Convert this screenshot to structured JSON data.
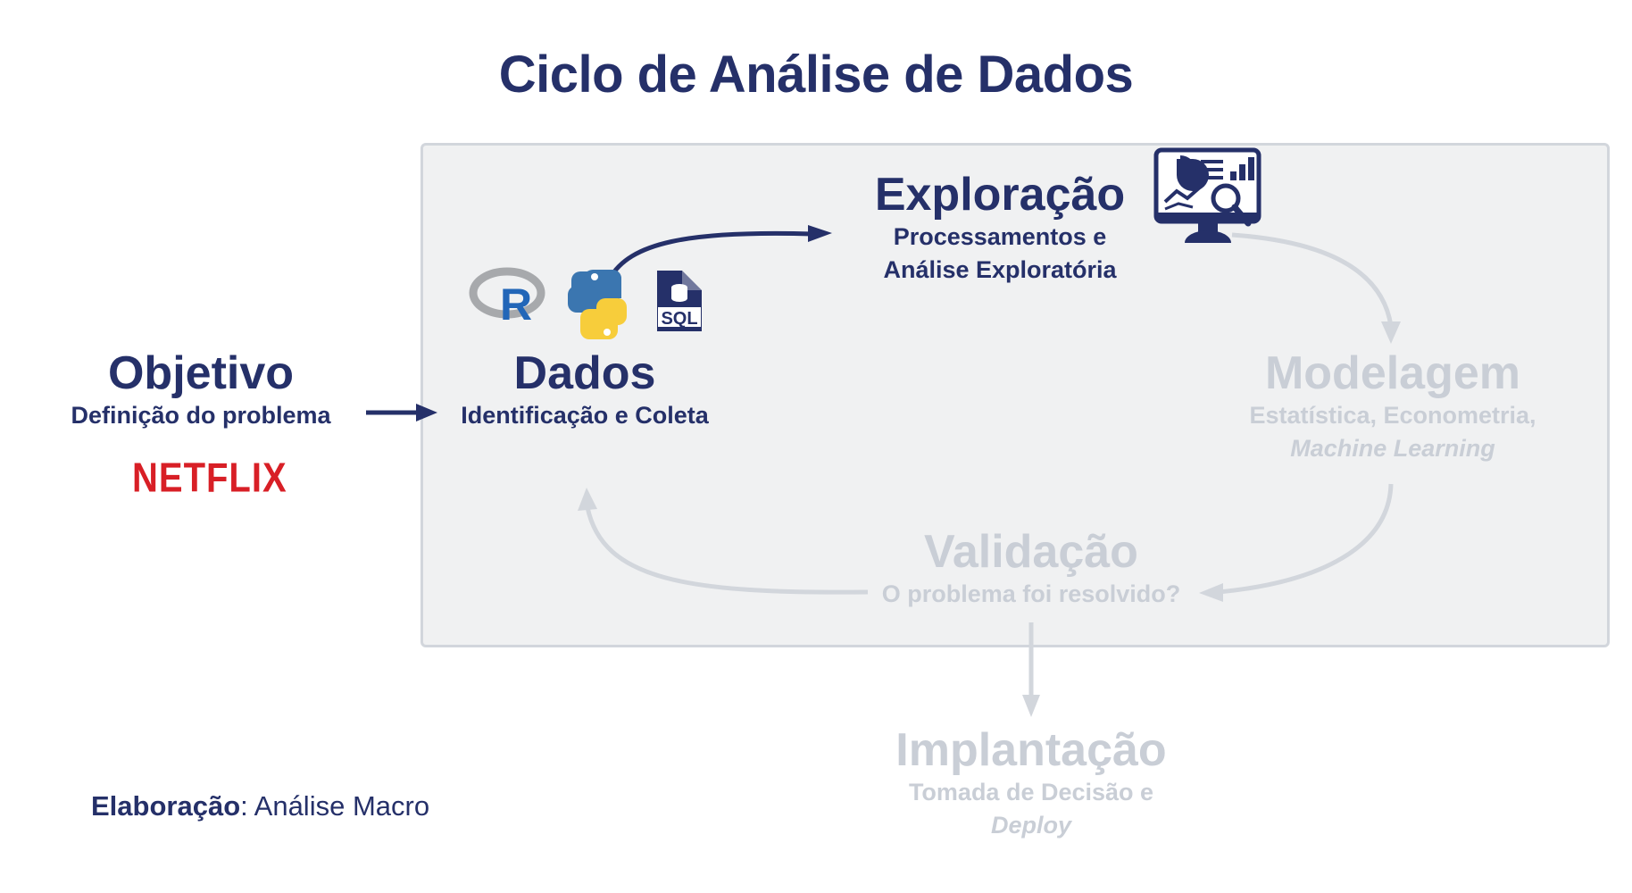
{
  "title": "Ciclo de Análise de Dados",
  "colors": {
    "primary": "#253069",
    "faded": "#c9ced6",
    "panel": "#f0f1f2",
    "brand_netflix": "#d81f26"
  },
  "nodes": {
    "objetivo": {
      "title": "Objetivo",
      "subtitle": "Definição do problema",
      "brand": "NETFLIX"
    },
    "dados": {
      "title": "Dados",
      "subtitle": "Identificação e Coleta",
      "icons": [
        "r-logo-icon",
        "python-logo-icon",
        "sql-file-icon"
      ]
    },
    "exploracao": {
      "title": "Exploração",
      "subtitle_line1": "Processamentos e",
      "subtitle_line2": "Análise Exploratória",
      "icon": "analytics-monitor-icon"
    },
    "modelagem": {
      "title": "Modelagem",
      "subtitle_line1": "Estatística, Econometria,",
      "subtitle_line2": "Machine Learning"
    },
    "validacao": {
      "title": "Validação",
      "subtitle": "O problema foi resolvido?"
    },
    "implantacao": {
      "title": "Implantação",
      "subtitle_line1": "Tomada de Decisão e",
      "subtitle_line2": "Deploy"
    }
  },
  "sql_label": "SQL",
  "r_label": "R",
  "credit": {
    "label": "Elaboração",
    "separator": ":",
    "value": " Análise Macro"
  }
}
